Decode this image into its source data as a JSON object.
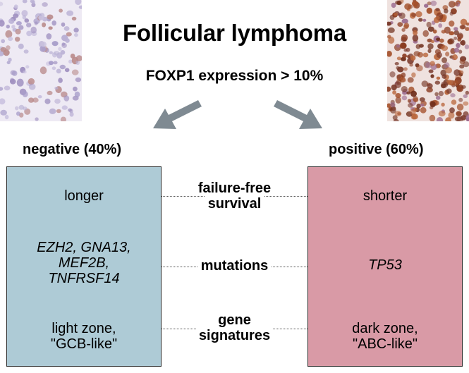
{
  "title": "Follicular lymphoma",
  "subtitle": "FOXP1 expression > 10%",
  "images": {
    "left": "foxp1-negative-micrograph",
    "right": "foxp1-positive-micrograph"
  },
  "groups": {
    "negative": {
      "label": "negative (40%)",
      "color": "#aecbd6",
      "survival": "longer",
      "mutations": [
        "EZH2, GNA13,",
        "MEF2B,",
        "TNFRSF14"
      ],
      "signatures": [
        "light zone,",
        "\"GCB-like\""
      ]
    },
    "positive": {
      "label": "positive (60%)",
      "color": "#d99aa6",
      "survival": "shorter",
      "mutations": [
        "TP53"
      ],
      "signatures": [
        "dark zone,",
        "\"ABC-like\""
      ]
    }
  },
  "rows": {
    "survival": [
      "failure-free",
      "survival"
    ],
    "mutations": [
      "mutations"
    ],
    "signatures": [
      "gene",
      "signatures"
    ]
  }
}
